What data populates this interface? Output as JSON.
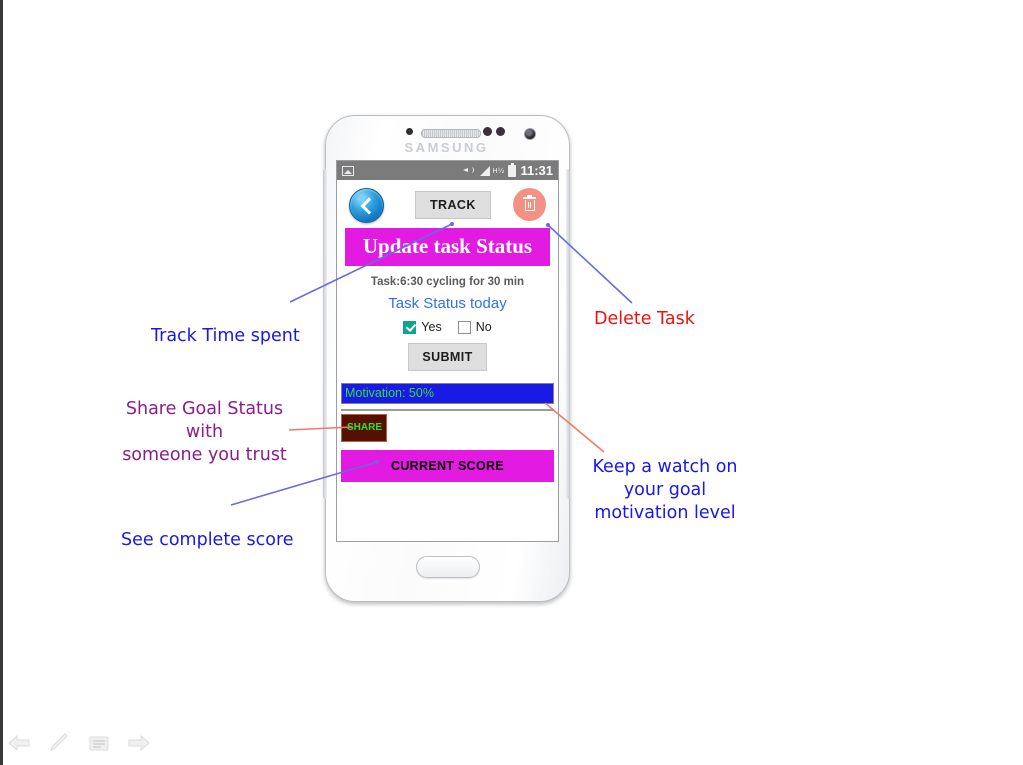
{
  "phone": {
    "brand": "SAMSUNG",
    "status_bar": {
      "time": "11:31",
      "icons": [
        "image-icon",
        "volume-icon",
        "signal-icon",
        "hspa-icon",
        "battery-icon"
      ],
      "network_label": "H½",
      "background": "#7b7b7b"
    },
    "app": {
      "back_button": "back-icon",
      "track_button": "TRACK",
      "delete_button": "trash-icon",
      "banner_title": "Update task Status",
      "task_line": "Task:6:30 cycling for 30 min",
      "status_today": "Task Status today",
      "checkboxes": [
        {
          "label": "Yes",
          "checked": true
        },
        {
          "label": "No",
          "checked": false
        }
      ],
      "submit_button": "SUBMIT",
      "motivation": {
        "text": "Motivation: 50%",
        "percent": 50,
        "bar_color": "#1a1ae6",
        "text_color": "#2ee02e"
      },
      "share_button": "SHARE",
      "score_button": "CURRENT SCORE"
    }
  },
  "annotations": [
    {
      "id": "track-time",
      "text": "Track Time spent",
      "color": "#1717ee"
    },
    {
      "id": "delete-task",
      "text": "Delete Task",
      "color": "#ee1111"
    },
    {
      "id": "share-goal",
      "text": "Share Goal Status\nwith\nsomeone you trust",
      "color": "#8b1c8b"
    },
    {
      "id": "motivation-watch",
      "text": "Keep a watch on\nyour goal\nmotivation level",
      "color": "#1717ee"
    },
    {
      "id": "complete-score",
      "text": "See complete score",
      "color": "#1717ee"
    }
  ],
  "toolbar": {
    "items": [
      {
        "name": "previous-arrow-icon",
        "label": "Previous"
      },
      {
        "name": "pen-icon",
        "label": "Pen"
      },
      {
        "name": "notes-icon",
        "label": "Notes"
      },
      {
        "name": "next-arrow-icon",
        "label": "Next"
      }
    ]
  },
  "colors": {
    "magenta": "#e21ae2",
    "blue_accent": "#3070f0",
    "salmon": "#f59184",
    "teal": "#0fa58c",
    "maroon": "#551000",
    "green_text": "#2ee02e"
  }
}
